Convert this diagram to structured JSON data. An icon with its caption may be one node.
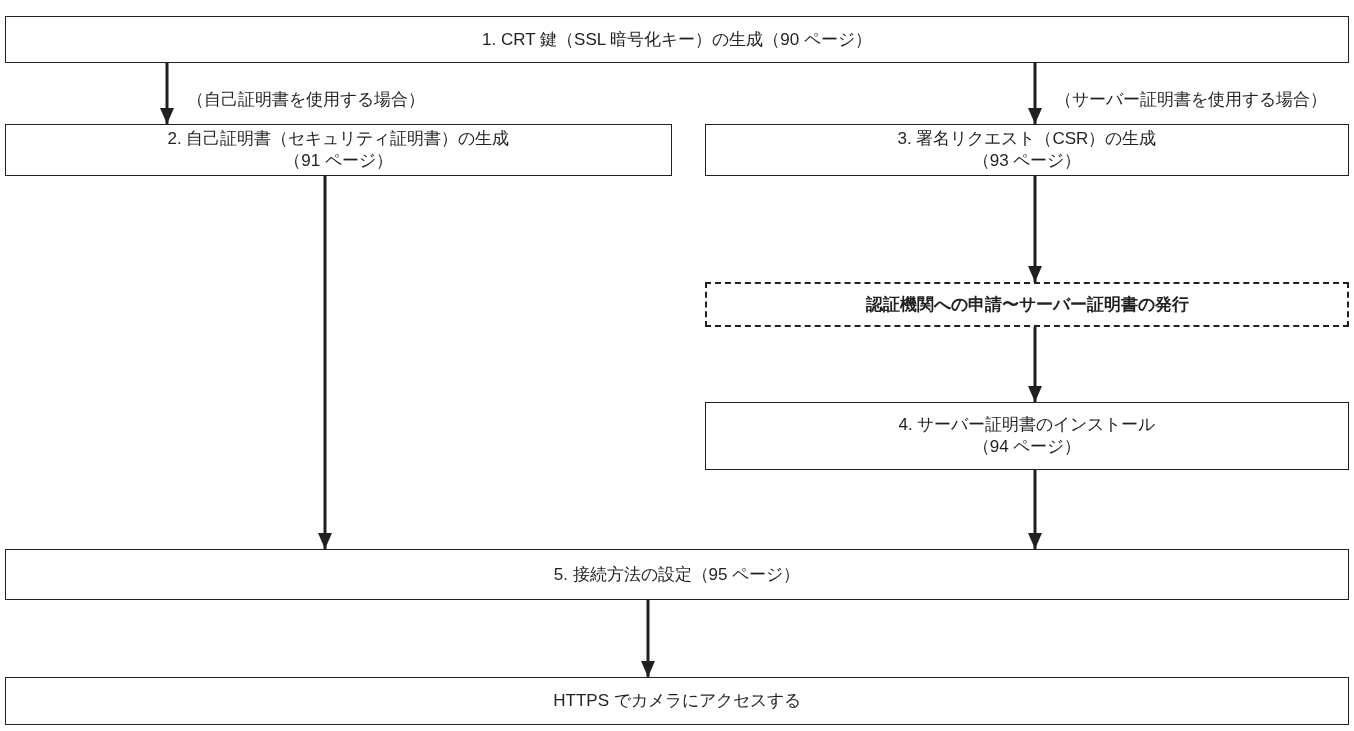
{
  "diagram": {
    "nodes": [
      {
        "text": [
          "1. CRT 鍵（SSL 暗号化キー）の生成（90 ページ）"
        ]
      },
      {
        "text": [
          "2. 自己証明書（セキュリティ証明書）の生成",
          "（91 ページ）"
        ]
      },
      {
        "text": [
          "3. 署名リクエスト（CSR）の生成",
          "（93 ページ）"
        ]
      },
      {
        "text": [
          "認証機関への申請〜サーバー証明書の発行"
        ]
      },
      {
        "text": [
          "4. サーバー証明書のインストール",
          "（94 ページ）"
        ]
      },
      {
        "text": [
          "5. 接続方法の設定（95 ページ）"
        ]
      },
      {
        "text": [
          "HTTPS でカメラにアクセスする"
        ]
      }
    ],
    "edges": [
      {
        "from": 0,
        "to": 1,
        "arrow": "to",
        "label": "（自己証明書を使用する場合）"
      },
      {
        "from": 0,
        "to": 2,
        "arrow": "to",
        "label": "（サーバー証明書を使用する場合）"
      },
      {
        "from": 1,
        "to": 5,
        "arrow": "to"
      },
      {
        "from": 2,
        "to": 3,
        "arrow": "to"
      },
      {
        "from": 3,
        "to": 4,
        "arrow": "to"
      },
      {
        "from": 4,
        "to": 5,
        "arrow": "to"
      },
      {
        "from": 5,
        "to": 6,
        "arrow": "to"
      }
    ]
  }
}
